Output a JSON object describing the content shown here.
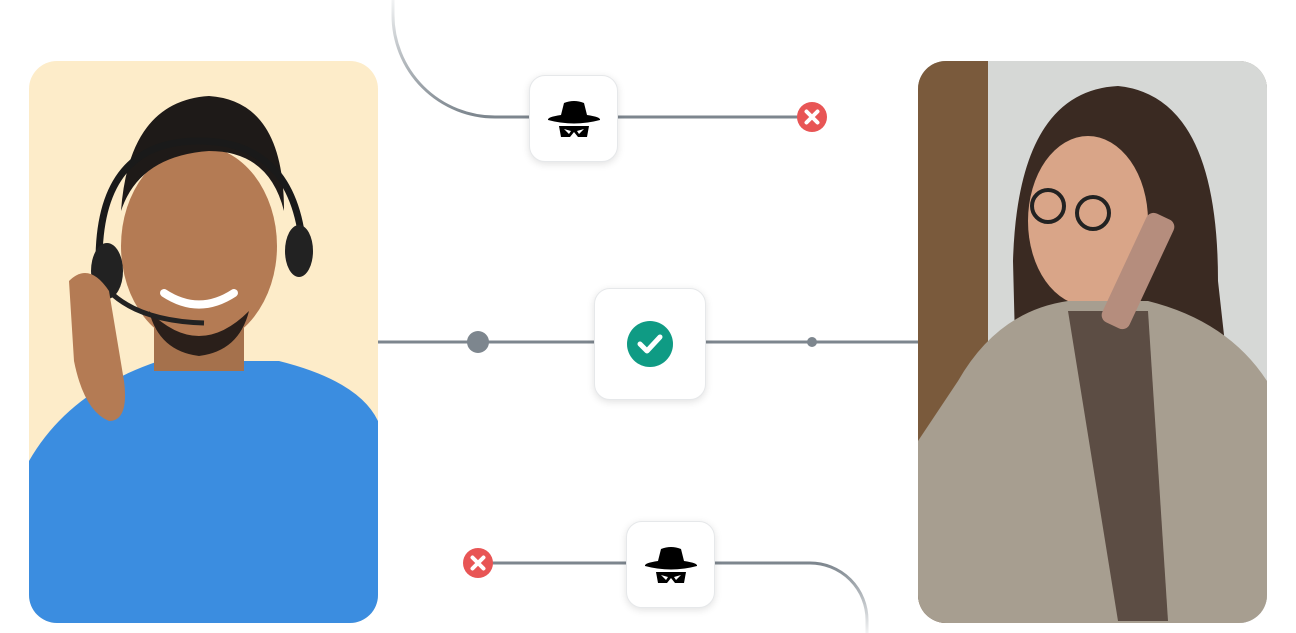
{
  "colors": {
    "line": "#7d868e",
    "reject": "#e85555",
    "accept": "#0f9b84",
    "left_card_bg": "#fdecc9",
    "sweater": "#3b8de0"
  },
  "nodes": [
    {
      "id": "top",
      "icon": "spy-icon",
      "outcome": "reject"
    },
    {
      "id": "center",
      "icon": "check-circle-icon",
      "outcome": "accept"
    },
    {
      "id": "bottom",
      "icon": "spy-icon",
      "outcome": "reject"
    }
  ],
  "people": [
    {
      "role": "support-agent",
      "icon": "headset"
    },
    {
      "role": "caller",
      "icon": "phone"
    }
  ]
}
